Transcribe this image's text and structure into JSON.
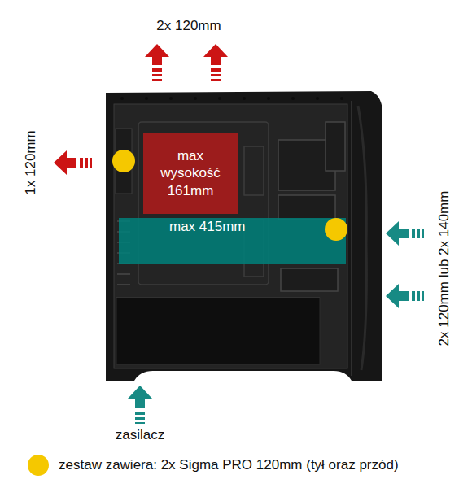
{
  "diagram": {
    "nodes": [
      {
        "text": [
          "max wysokość 161mm"
        ]
      },
      {
        "text": [
          "max 415mm"
        ]
      }
    ],
    "labels": [
      "2x 120mm",
      "1x 120mm",
      "2x 120mm lub 2x 140mm",
      "zasilacz"
    ],
    "legend": [
      {
        "text": "zestaw zawiera: 2x Sigma PRO 120mm (tył oraz przód)",
        "color": "#f5c800"
      }
    ]
  }
}
